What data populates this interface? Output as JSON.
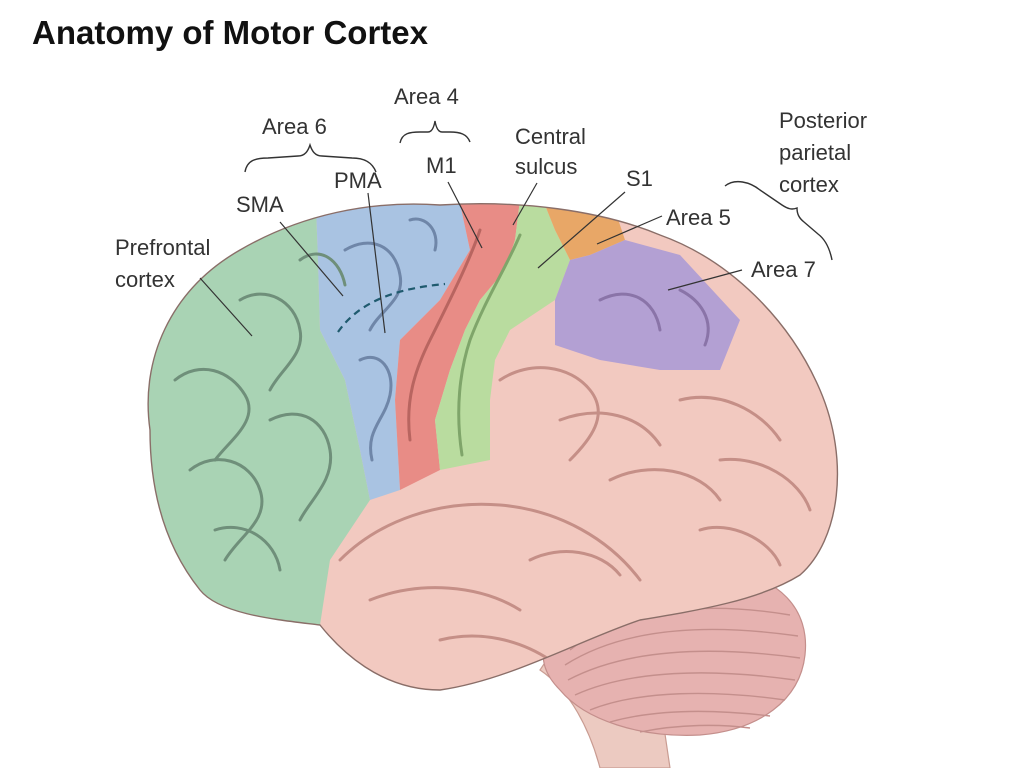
{
  "title": "Anatomy of Motor Cortex",
  "labels": {
    "area6": "Area 6",
    "area4": "Area 4",
    "sma": "SMA",
    "pma": "PMA",
    "m1": "M1",
    "central_sulcus_1": "Central",
    "central_sulcus_2": "sulcus",
    "s1": "S1",
    "posterior_1": "Posterior",
    "posterior_2": "parietal",
    "posterior_3": "cortex",
    "area5": "Area 5",
    "area7": "Area 7",
    "prefrontal_1": "Prefrontal",
    "prefrontal_2": "cortex"
  },
  "colors": {
    "prefrontal": "#a9d3b4",
    "premotor": "#a9c3e2",
    "m1": "#e88c86",
    "s1": "#b9dc9f",
    "area5": "#e8a767",
    "area7": "#b3a0d3",
    "cortex": "#f2c9c0",
    "cerebellum": "#e6b2b0",
    "brainstem": "#eccac1"
  }
}
